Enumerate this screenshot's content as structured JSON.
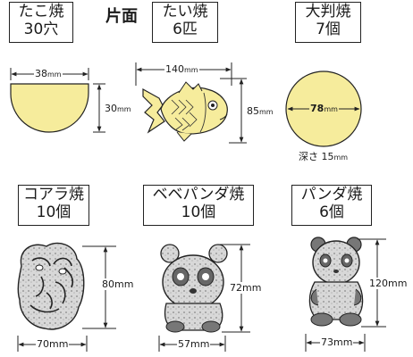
{
  "header": {
    "title": "片面"
  },
  "items": [
    {
      "name": "たこ焼",
      "count": "30穴",
      "width": "38",
      "height": "30",
      "unit": "mm"
    },
    {
      "name": "たい焼",
      "count": "6匹",
      "width": "140",
      "height": "85",
      "unit": "mm"
    },
    {
      "name": "大判焼",
      "count": "7個",
      "diameter": "78",
      "unit": "mm",
      "depth_label": "深さ 15",
      "depth_unit": "mm"
    },
    {
      "name": "コアラ焼",
      "count": "10個",
      "width": "70",
      "height": "80",
      "unit": "mm"
    },
    {
      "name": "ベベパンダ焼",
      "count": "10個",
      "width": "57",
      "height": "72",
      "unit": "mm"
    },
    {
      "name": "パンダ焼",
      "count": "6個",
      "width": "73",
      "height": "120",
      "unit": "mm"
    }
  ],
  "colors": {
    "cream": "#f6ec9c",
    "outline": "#222222",
    "grey": "#8a8a8a"
  }
}
